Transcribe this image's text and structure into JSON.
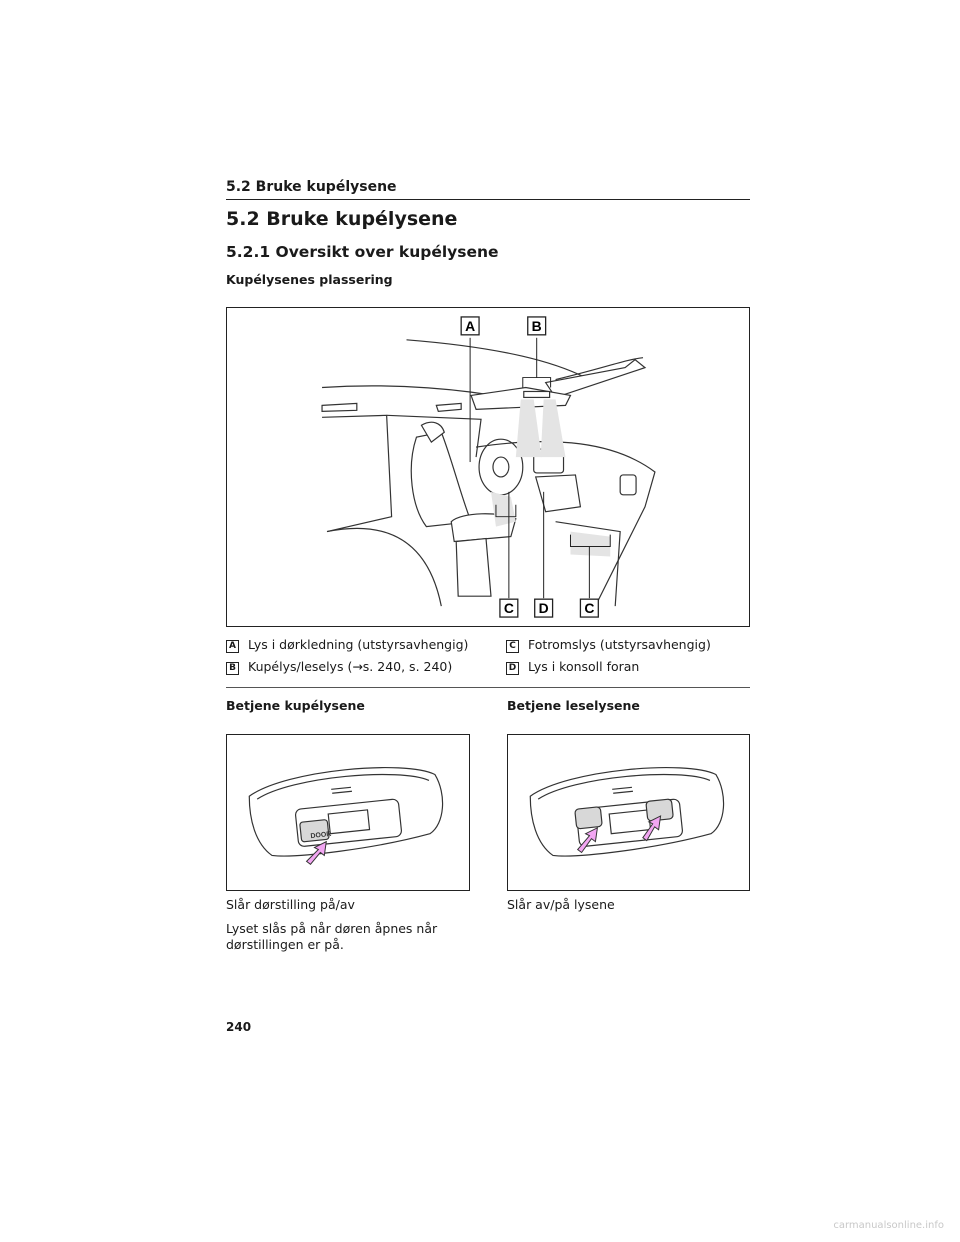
{
  "header": {
    "running_title": "5.2 Bruke kupélysene"
  },
  "section": {
    "title": "5.2 Bruke kupélysene",
    "subtitle": "5.2.1 Oversikt over kupélysene",
    "caption": "Kupélysenes plassering"
  },
  "figure_main": {
    "callouts": [
      "A",
      "B",
      "C",
      "D",
      "C"
    ]
  },
  "legend": [
    {
      "key": "A",
      "text": "Lys i dørkledning (utstyrsavhengig)"
    },
    {
      "key": "B",
      "text": "Kupélys/leselys (→s. 240, s. 240)"
    },
    {
      "key": "C",
      "text": "Fotromslys (utstyrsavhengig)"
    },
    {
      "key": "D",
      "text": "Lys i konsoll foran"
    }
  ],
  "left_column": {
    "heading": "Betjene kupélysene",
    "switch_label": "DOOR",
    "line1": "Slår dørstilling på/av",
    "line2": "Lyset slås på når døren åpnes når dørstillingen er på."
  },
  "right_column": {
    "heading": "Betjene leselysene",
    "line1": "Slår av/på lysene"
  },
  "page_number": "240",
  "watermark": "carmanualsonline.info",
  "colors": {
    "arrow": "#f2a6f2",
    "callout_border": "#222222",
    "beam": "#e4e4e4"
  }
}
